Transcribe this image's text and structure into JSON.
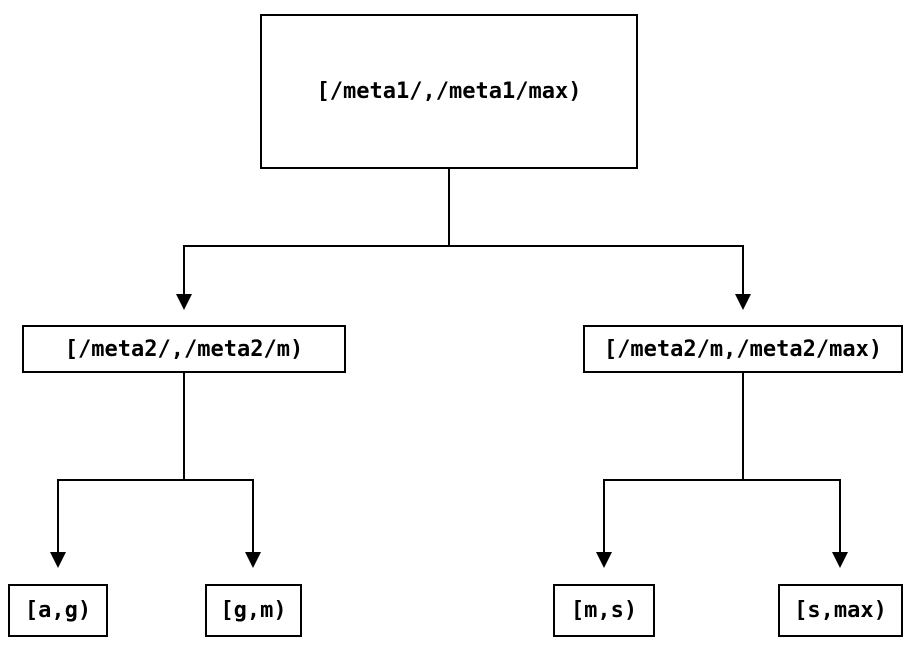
{
  "diagram": {
    "type": "binary-interval-tree",
    "background_color": "#ffffff",
    "line_color": "#000000",
    "node_border_color": "#000000",
    "text_color": "#000000",
    "nodes": {
      "root": {
        "label": "[/meta1/,/meta1/max)"
      },
      "left": {
        "label": "[/meta2/,/meta2/m)"
      },
      "right": {
        "label": "[/meta2/m,/meta2/max)"
      },
      "leaf_ag": {
        "label": "[a,g)"
      },
      "leaf_gm": {
        "label": "[g,m)"
      },
      "leaf_ms": {
        "label": "[m,s)"
      },
      "leaf_smax": {
        "label": "[s,max)"
      }
    },
    "edges": [
      {
        "from": "root",
        "to": "left"
      },
      {
        "from": "root",
        "to": "right"
      },
      {
        "from": "left",
        "to": "leaf_ag"
      },
      {
        "from": "left",
        "to": "leaf_gm"
      },
      {
        "from": "right",
        "to": "leaf_ms"
      },
      {
        "from": "right",
        "to": "leaf_smax"
      }
    ]
  }
}
